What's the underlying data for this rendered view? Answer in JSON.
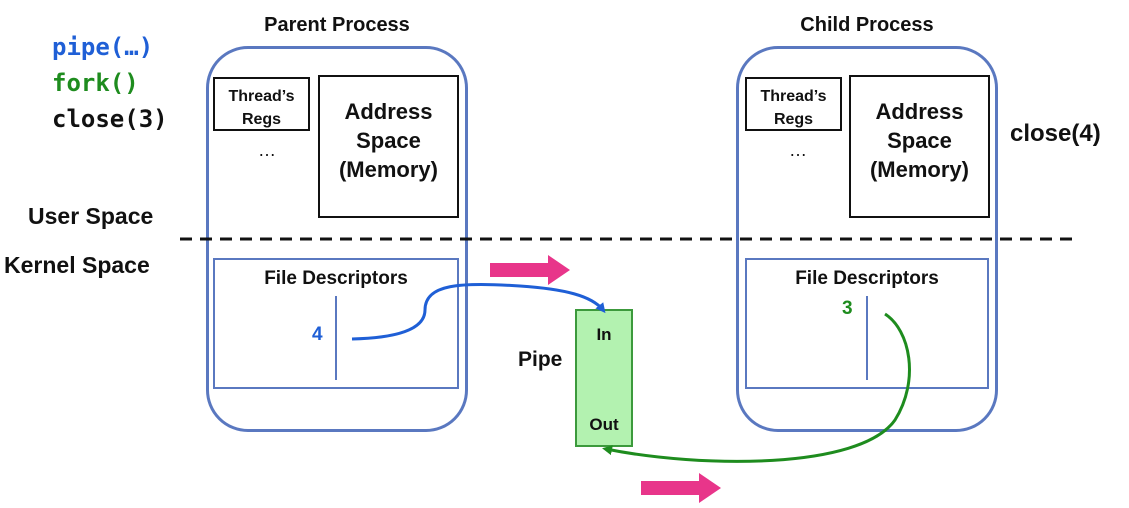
{
  "code": {
    "line1": "pipe(…)",
    "line2": "fork()",
    "line3": "close(3)",
    "colors": {
      "line1": "#1f5fd6",
      "line2": "#1e8c1e",
      "line3": "#111111"
    }
  },
  "parent": {
    "title": "Parent Process",
    "regs_line1": "Thread’s",
    "regs_line2": "Regs",
    "dots": "…",
    "addr_line1": "Address",
    "addr_line2": "Space",
    "addr_line3": "(Memory)",
    "fd_title": "File Descriptors",
    "fd_number": "4"
  },
  "child": {
    "title": "Child Process",
    "regs_line1": "Thread’s",
    "regs_line2": "Regs",
    "dots": "…",
    "addr_line1": "Address",
    "addr_line2": "Space",
    "addr_line3": "(Memory)",
    "fd_title": "File Descriptors",
    "fd_number": "3",
    "close_label": "close(4)"
  },
  "divider": {
    "user_space": "User Space",
    "kernel_space": "Kernel Space"
  },
  "pipe": {
    "label": "Pipe",
    "in_label": "In",
    "out_label": "Out"
  },
  "colors": {
    "process_border": "#5a78c0",
    "blue_arrow": "#1f5fd6",
    "green_arrow": "#1e8c1e",
    "pink_arrow": "#e8358a",
    "pipe_fill": "#b3f2b0",
    "pipe_border": "#3c9a3c"
  }
}
